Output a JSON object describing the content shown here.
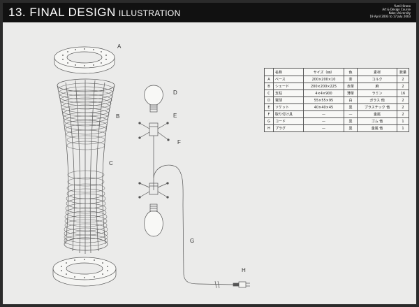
{
  "header": {
    "title": "13. FINAL DESIGN",
    "subtitle": "ILLUSTRATION",
    "credits": [
      "Yumi Hirono",
      "Art & Design Course",
      "Kobe University",
      "19 April 2003 to 17 July 2003"
    ]
  },
  "parts_labels": [
    "A",
    "B",
    "C",
    "D",
    "E",
    "F",
    "G",
    "H"
  ],
  "spec_table": {
    "headers": [
      "",
      "名称",
      "サイズ（㎜）",
      "色",
      "素材",
      "数量"
    ],
    "rows": [
      [
        "A",
        "ベース",
        "200×200×10",
        "茶",
        "コルク",
        "2"
      ],
      [
        "B",
        "シェード",
        "200×200×225",
        "赤茶",
        "麻",
        "2"
      ],
      [
        "C",
        "支柱",
        "4×4×900",
        "薄茶",
        "ラミン",
        "16"
      ],
      [
        "D",
        "電球",
        "55×55×95",
        "白",
        "ガラス 他",
        "2"
      ],
      [
        "E",
        "ソケット",
        "40×40×45",
        "黒",
        "プラスチック 他",
        "2"
      ],
      [
        "F",
        "取り付け具",
        "—",
        "—",
        "金属",
        "2"
      ],
      [
        "G",
        "コード",
        "—",
        "黒",
        "ゴム 他",
        "1"
      ],
      [
        "H",
        "プラグ",
        "—",
        "黒",
        "金属 他",
        "1"
      ]
    ]
  }
}
